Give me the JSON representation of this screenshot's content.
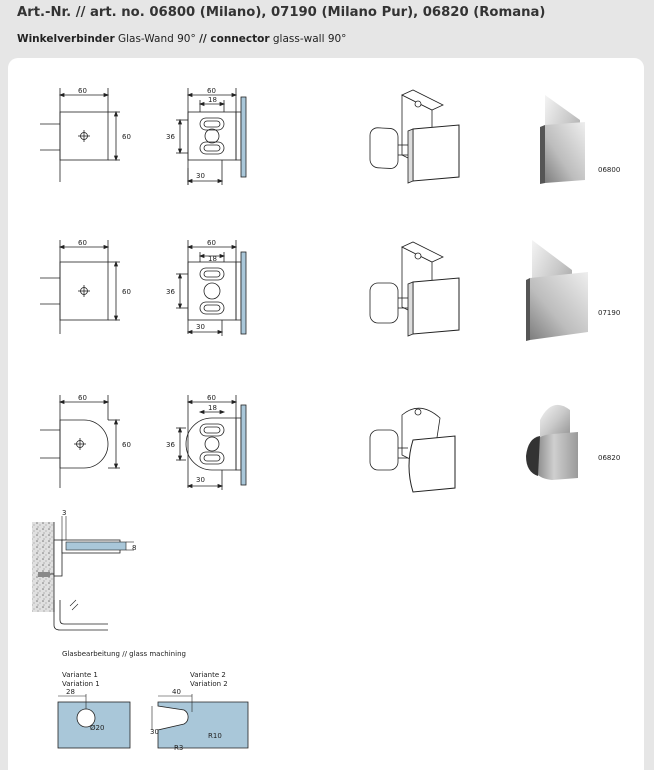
{
  "header": {
    "title": "Art.-Nr. // art. no. 06800 (Milano), 07190 (Milano Pur), 06820 (Romana)",
    "subtitle_de_bold": "Winkelverbinder",
    "subtitle_de": " Glas-Wand 90° ",
    "subtitle_sep": "// ",
    "subtitle_en_bold": "connector",
    "subtitle_en": " glass-wall 90°"
  },
  "dimensions": {
    "d60": "60",
    "d18": "18",
    "d36": "36",
    "d30": "30",
    "d3": "3",
    "d8": "8"
  },
  "products": [
    {
      "code": "06800"
    },
    {
      "code": "07190"
    },
    {
      "code": "06820"
    }
  ],
  "glass_machining": {
    "title": "Glasbearbeitung // glass machining",
    "variant1_de": "Variante 1",
    "variant1_en": "Variation 1",
    "variant2_de": "Variante 2",
    "variant2_en": "Variation 2",
    "v1_offset": "28",
    "v1_diameter": "Ø20",
    "v2_offset": "40",
    "v2_height": "30",
    "v2_radius_large": "R10",
    "v2_radius_small": "R3"
  },
  "colors": {
    "glass": "#a9c7d9",
    "wall": "#d9d9d9",
    "panel": "#ffffff",
    "page": "#e6e6e6"
  }
}
